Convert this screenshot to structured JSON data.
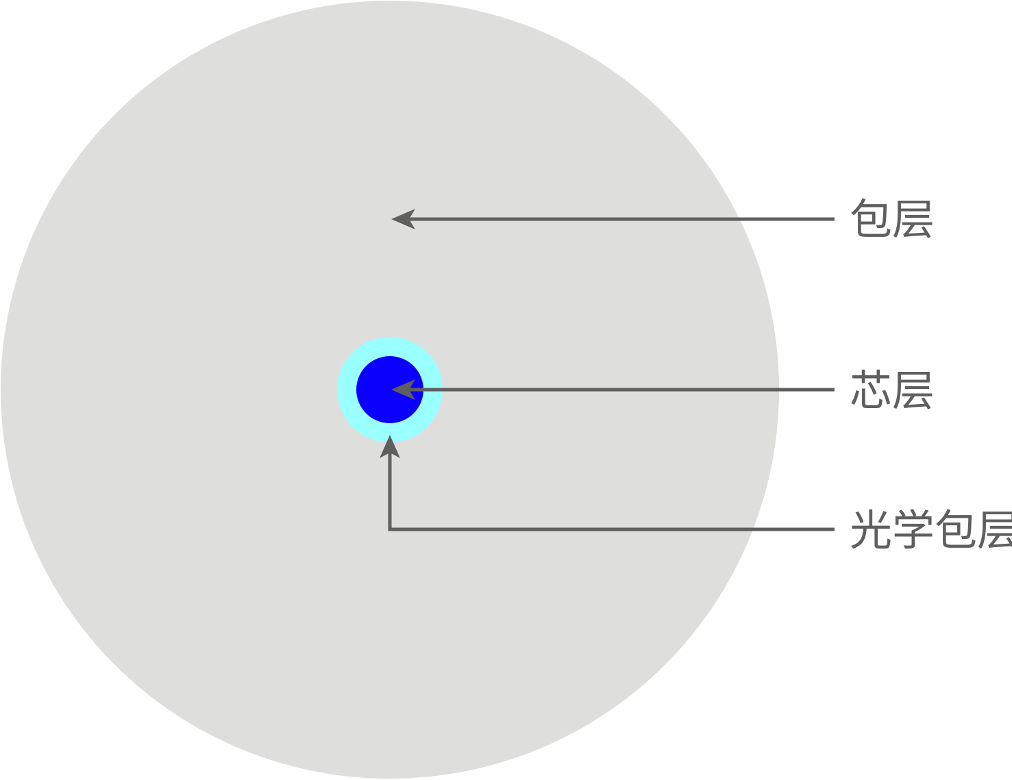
{
  "labels": {
    "cladding": "包层",
    "core": "芯层",
    "optical_cladding": "光学包层"
  },
  "colors": {
    "background": "#ffffff",
    "cladding": "#dededd",
    "optical_cladding": "#99ffff",
    "core": "#0b00fb",
    "leader": "#5f5f5f"
  }
}
